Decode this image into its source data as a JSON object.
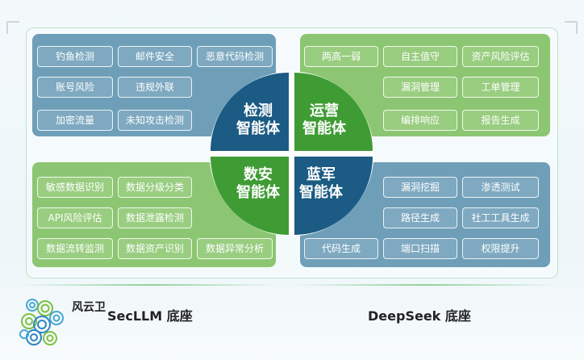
{
  "quadrants": {
    "top_left": {
      "label_line1": "检测",
      "label_line2": "智能体",
      "tags": [
        "钓鱼检测",
        "邮件安全",
        "恶意代码检测",
        "账号风险",
        "违规外联",
        "加密流量",
        "未知攻击检测"
      ]
    },
    "top_right": {
      "label_line1": "运营",
      "label_line2": "智能体",
      "tags": [
        "两高一弱",
        "自主值守",
        "资产风险评估",
        "漏洞管理",
        "工单管理",
        "编排响应",
        "报告生成"
      ]
    },
    "bottom_left": {
      "label_line1": "数安",
      "label_line2": "智能体",
      "tags": [
        "敏感数据识别",
        "数据分级分类",
        "API风险评估",
        "数据泄露检测",
        "数据流转监测",
        "数据资产识别",
        "数据异常分析"
      ]
    },
    "bottom_right": {
      "label_line1": "蓝军",
      "label_line2": "智能体",
      "tags": [
        "漏洞挖掘",
        "渗透测试",
        "路径生成",
        "社工工具生成",
        "代码生成",
        "端口扫描",
        "权限提升"
      ]
    }
  },
  "bases": {
    "brand_name": "风云卫",
    "left": "SecLLM 底座",
    "right": "DeepSeek 底座"
  },
  "colors": {
    "blue_quadrant": "#1b5b84",
    "green_quadrant": "#3f9c34",
    "blue_panel": "#6f9fb8",
    "green_panel": "#8cc672"
  },
  "icons": [
    "swirl-cloud-logo-icon"
  ]
}
